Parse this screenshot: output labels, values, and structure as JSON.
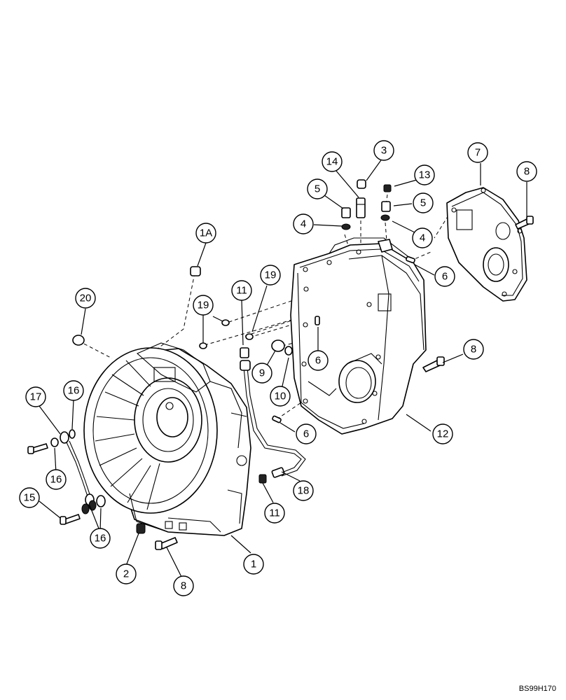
{
  "figure_id": "BS99H170",
  "callouts": [
    {
      "id": "c-1A",
      "label": "1A"
    },
    {
      "id": "c-20",
      "label": "20"
    },
    {
      "id": "c-19a",
      "label": "19"
    },
    {
      "id": "c-11a",
      "label": "11"
    },
    {
      "id": "c-19b",
      "label": "19"
    },
    {
      "id": "c-9",
      "label": "9"
    },
    {
      "id": "c-10",
      "label": "10"
    },
    {
      "id": "c-6a",
      "label": "6"
    },
    {
      "id": "c-6b",
      "label": "6"
    },
    {
      "id": "c-6c",
      "label": "6"
    },
    {
      "id": "c-12",
      "label": "12"
    },
    {
      "id": "c-8a",
      "label": "8"
    },
    {
      "id": "c-8b",
      "label": "8"
    },
    {
      "id": "c-8c",
      "label": "8"
    },
    {
      "id": "c-7",
      "label": "7"
    },
    {
      "id": "c-3",
      "label": "3"
    },
    {
      "id": "c-14",
      "label": "14"
    },
    {
      "id": "c-13",
      "label": "13"
    },
    {
      "id": "c-5a",
      "label": "5"
    },
    {
      "id": "c-5b",
      "label": "5"
    },
    {
      "id": "c-4a",
      "label": "4"
    },
    {
      "id": "c-4b",
      "label": "4"
    },
    {
      "id": "c-17",
      "label": "17"
    },
    {
      "id": "c-16a",
      "label": "16"
    },
    {
      "id": "c-16b",
      "label": "16"
    },
    {
      "id": "c-16c",
      "label": "16"
    },
    {
      "id": "c-15",
      "label": "15"
    },
    {
      "id": "c-2",
      "label": "2"
    },
    {
      "id": "c-1",
      "label": "1"
    },
    {
      "id": "c-11b",
      "label": "11"
    },
    {
      "id": "c-18",
      "label": "18"
    }
  ]
}
